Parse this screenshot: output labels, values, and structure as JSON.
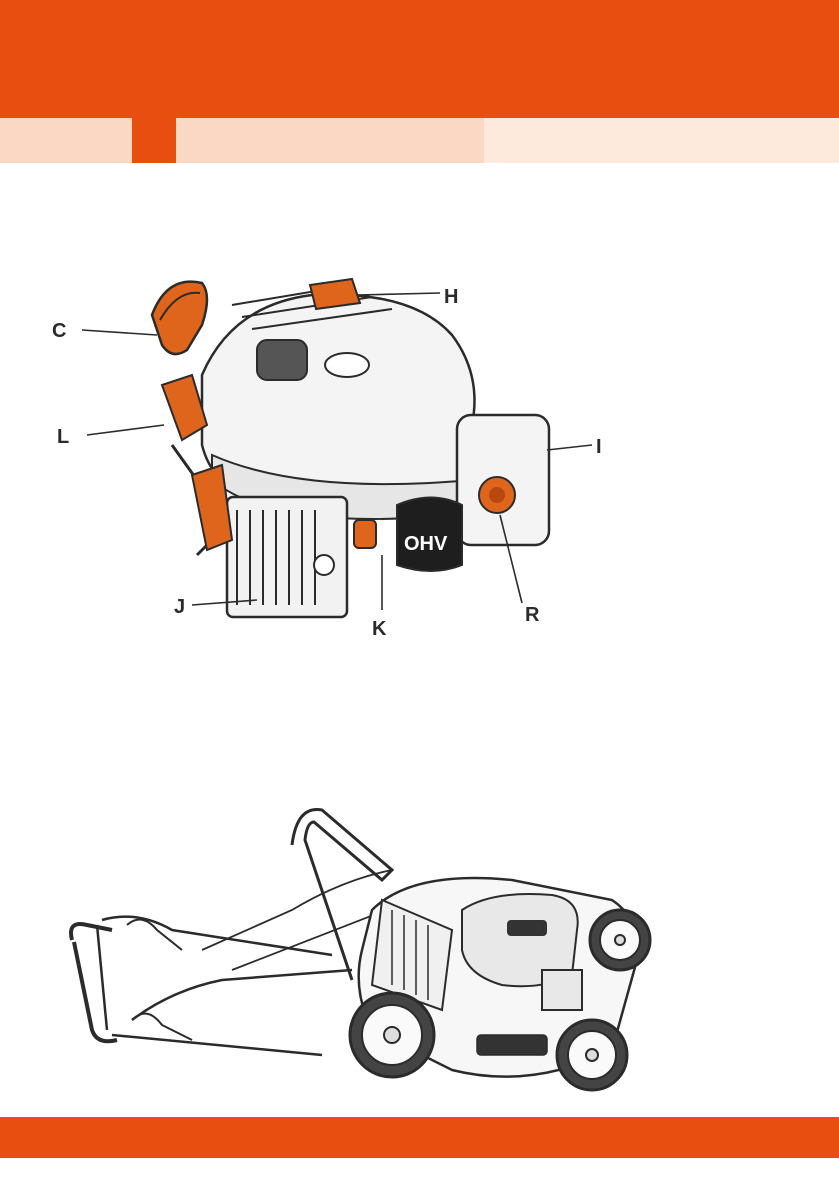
{
  "colors": {
    "brand_orange": "#e84e0f",
    "tab_light": "#fbd8c3",
    "tab_lighter": "#fdeadd",
    "part_orange": "#e0651c",
    "line_dark": "#2b2b2b"
  },
  "engine_figure": {
    "callouts": {
      "C": "C",
      "H": "H",
      "L": "L",
      "I": "I",
      "J": "J",
      "K": "K",
      "R": "R"
    },
    "engine_badge": "OHV"
  },
  "mower_figure": {
    "icon": "lawn-mower-folded-handle-illustration"
  }
}
